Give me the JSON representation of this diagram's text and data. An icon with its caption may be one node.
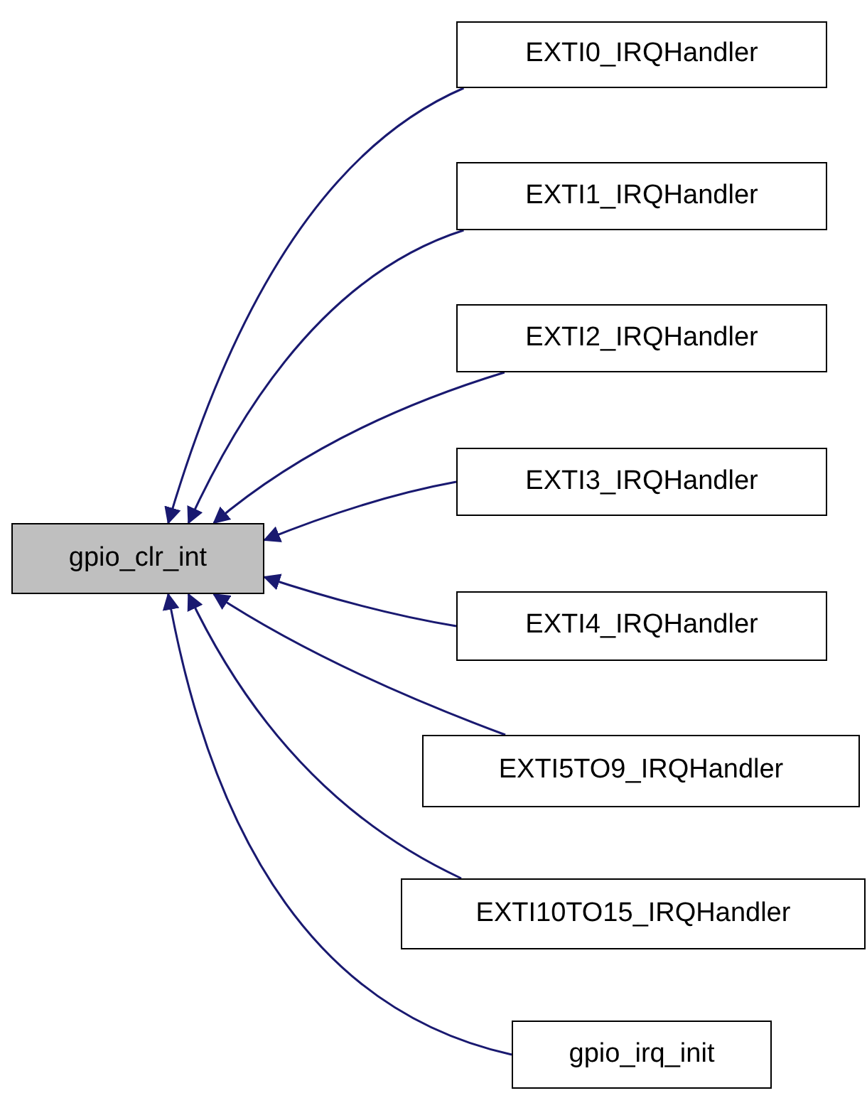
{
  "diagram": {
    "nodes": [
      {
        "text": [
          "gpio_clr_int"
        ]
      },
      {
        "text": [
          "EXTI0_IRQHandler"
        ]
      },
      {
        "text": [
          "EXTI1_IRQHandler"
        ]
      },
      {
        "text": [
          "EXTI2_IRQHandler"
        ]
      },
      {
        "text": [
          "EXTI3_IRQHandler"
        ]
      },
      {
        "text": [
          "EXTI4_IRQHandler"
        ]
      },
      {
        "text": [
          "EXTI5TO9_IRQHandler"
        ]
      },
      {
        "text": [
          "EXTI10TO15_IRQHandler"
        ]
      },
      {
        "text": [
          "gpio_irq_init"
        ]
      }
    ],
    "edges": [
      {
        "from": 1,
        "to": 0,
        "arrow": "to"
      },
      {
        "from": 2,
        "to": 0,
        "arrow": "to"
      },
      {
        "from": 3,
        "to": 0,
        "arrow": "to"
      },
      {
        "from": 4,
        "to": 0,
        "arrow": "to"
      },
      {
        "from": 5,
        "to": 0,
        "arrow": "to"
      },
      {
        "from": 6,
        "to": 0,
        "arrow": "to"
      },
      {
        "from": 7,
        "to": 0,
        "arrow": "to"
      },
      {
        "from": 8,
        "to": 0,
        "arrow": "to"
      }
    ]
  }
}
